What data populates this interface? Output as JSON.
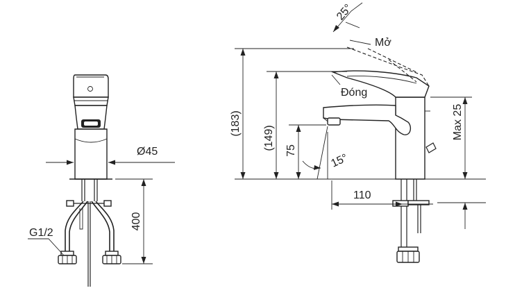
{
  "front_view": {
    "diameter_label": "Ø45",
    "hose_length_label": "400",
    "thread_label": "G1/2"
  },
  "side_view": {
    "open_angle_label": "25°",
    "open_label": "Mở",
    "closed_label": "Đóng",
    "overall_height_label": "(183)",
    "spout_top_height_label": "(149)",
    "spout_outlet_height_label": "75",
    "spout_angle_label": "15°",
    "reach_label": "110",
    "max_thickness_label": "Max 25"
  }
}
